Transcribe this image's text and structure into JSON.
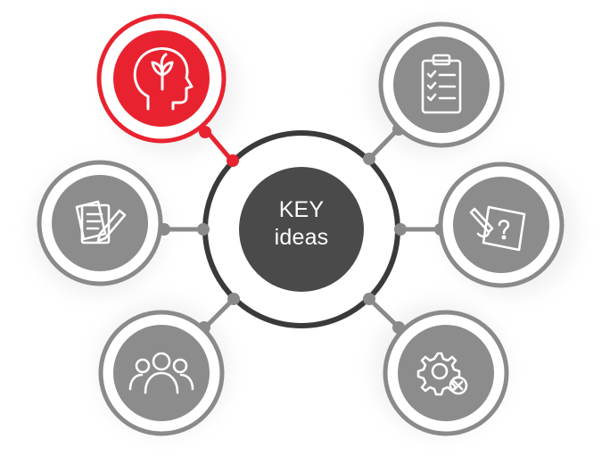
{
  "center": {
    "line1": "KEY",
    "line2": "ideas"
  },
  "colors": {
    "accent": "#e8232f",
    "ring": "#8a8a8a",
    "node_fill": "#8c8c8c",
    "center_fill": "#4a4a4a",
    "center_ring": "#3a3a3a"
  },
  "nodes": [
    {
      "id": "top-left",
      "icon": "head-with-plant-icon",
      "highlighted": true
    },
    {
      "id": "top-right",
      "icon": "clipboard-checklist-icon",
      "highlighted": false
    },
    {
      "id": "mid-left",
      "icon": "documents-pen-icon",
      "highlighted": false
    },
    {
      "id": "mid-right",
      "icon": "hand-pencil-question-icon",
      "highlighted": false
    },
    {
      "id": "bottom-left",
      "icon": "people-group-icon",
      "highlighted": false
    },
    {
      "id": "bottom-right",
      "icon": "gear-x-icon",
      "highlighted": false
    }
  ]
}
